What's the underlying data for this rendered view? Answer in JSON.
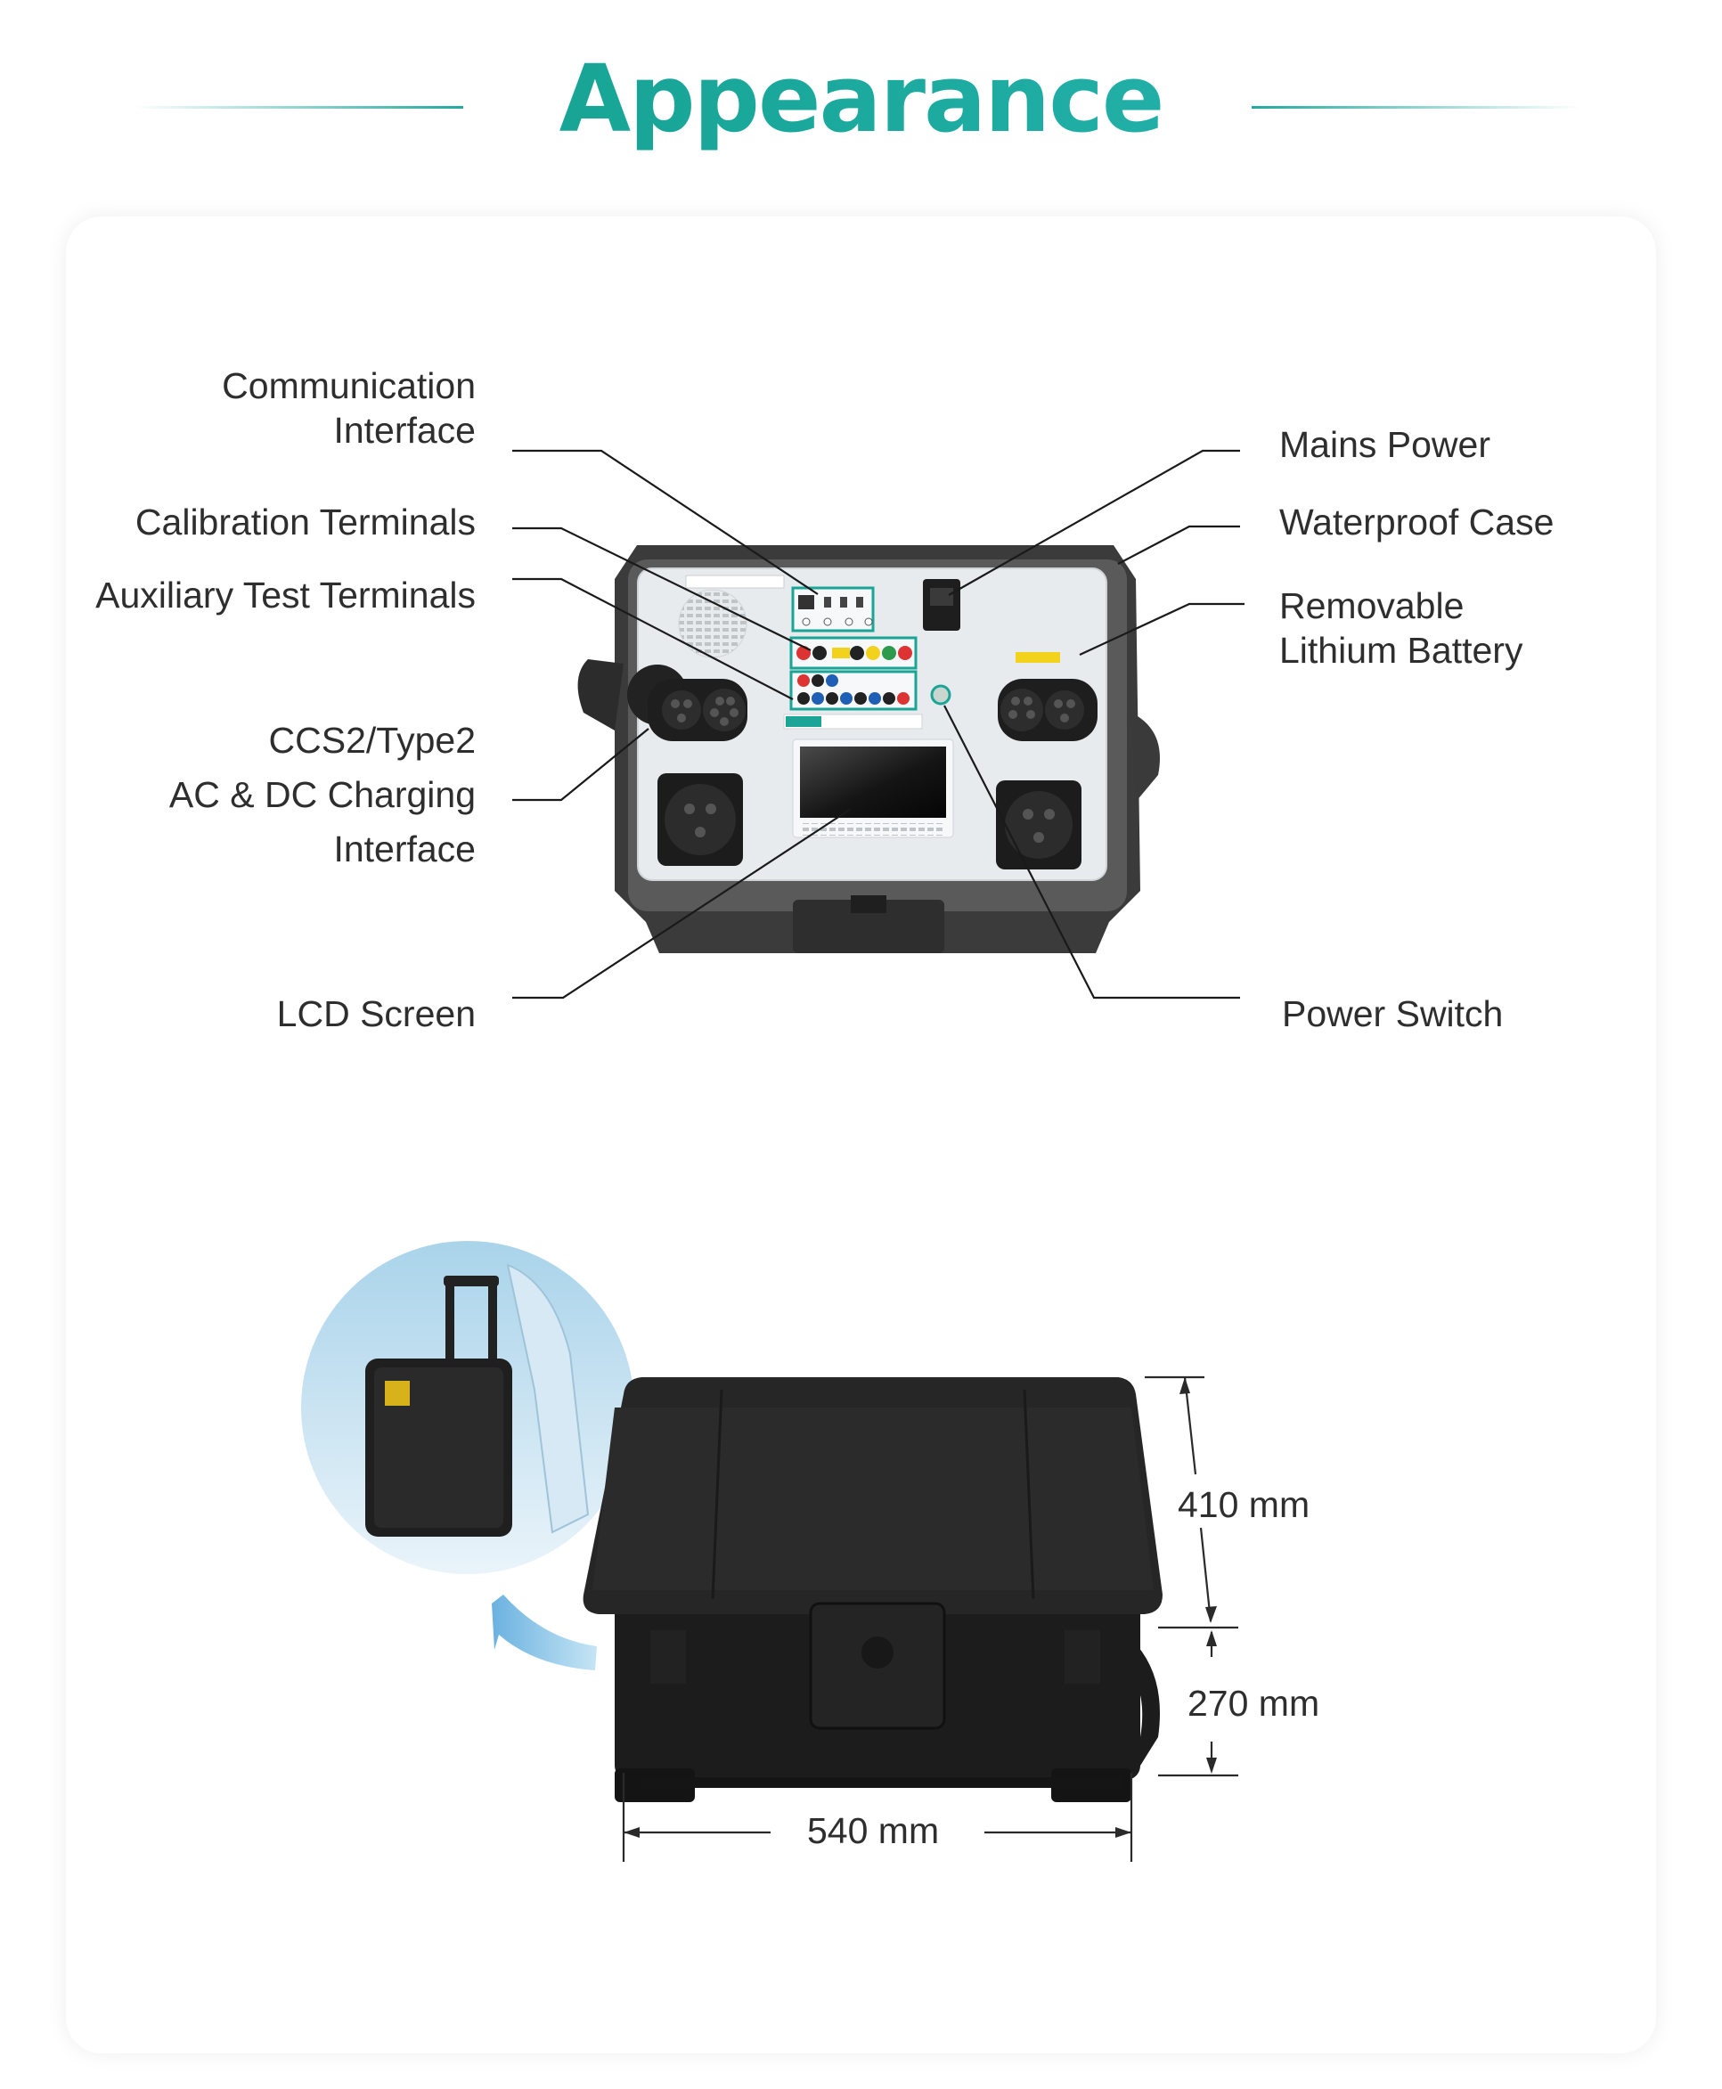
{
  "title": "Appearance",
  "callouts_left": {
    "communication_1": "Communication",
    "communication_2": "Interface",
    "calibration": "Calibration Terminals",
    "auxiliary": "Auxiliary Test Terminals",
    "ccs_1": "CCS2/Type2",
    "ccs_2": "AC & DC Charging",
    "ccs_3": "Interface",
    "lcd": "LCD Screen"
  },
  "callouts_right": {
    "mains": "Mains Power",
    "waterproof": "Waterproof Case",
    "battery_1": "Removable",
    "battery_2": "Lithium Battery",
    "power_switch": "Power Switch"
  },
  "dimensions": {
    "depth": "410 mm",
    "height": "270 mm",
    "width": "540 mm"
  },
  "colors": {
    "accent": "#18a596",
    "case": "#1d1d1d",
    "panel": "#e9ecef",
    "leader": "#1a1a1a"
  }
}
